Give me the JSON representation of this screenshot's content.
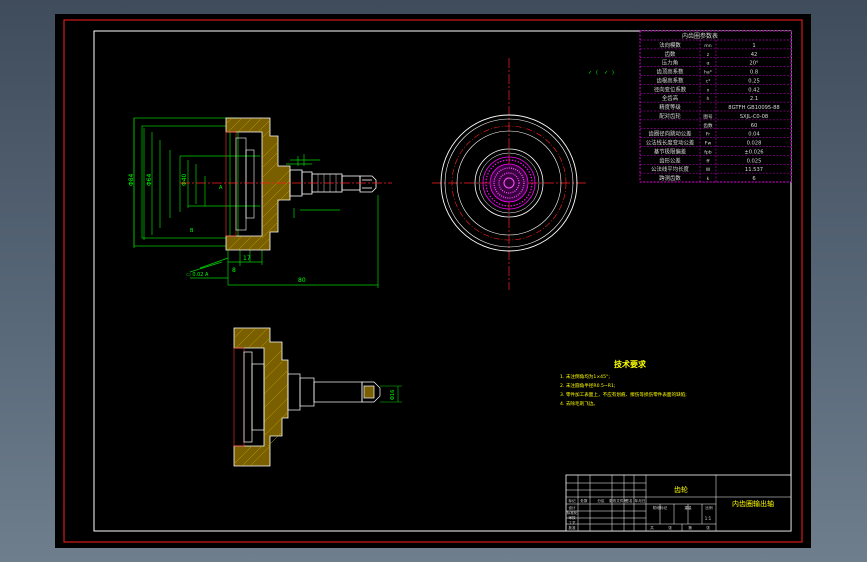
{
  "drawing": {
    "title_block": {
      "part_name": "齿轮",
      "drawing_name": "内齿圈输出轴",
      "scale": "1:1",
      "row_labels": [
        "标记",
        "处数",
        "分区",
        "更改文件号",
        "签名",
        "年月日"
      ],
      "signoff_labels": [
        "设计",
        "标准化",
        "审核",
        "工艺",
        "批准"
      ],
      "attr_labels": [
        "阶段标记",
        "重量",
        "比例"
      ],
      "sheet_labels": [
        "共",
        "张",
        "第",
        "张"
      ]
    },
    "gear_parameters": {
      "heading": "内齿圈参数表",
      "rows": [
        {
          "name": "法向模数",
          "symbol": "mn",
          "value": "1"
        },
        {
          "name": "齿数",
          "symbol": "z",
          "value": "42"
        },
        {
          "name": "压力角",
          "symbol": "α",
          "value": "20°"
        },
        {
          "name": "齿顶高系数",
          "symbol": "ha*",
          "value": "0.8"
        },
        {
          "name": "齿根高系数",
          "symbol": "c*",
          "value": "0.25"
        },
        {
          "name": "径向变位系数",
          "symbol": "x",
          "value": "0.42"
        },
        {
          "name": "全齿高",
          "symbol": "h",
          "value": "2.1"
        },
        {
          "name": "精度等级",
          "symbol": "",
          "value": "8GTFH GB10095-88"
        },
        {
          "name": "配对齿轮",
          "symbol": "图号",
          "value": "SXJL-C0-08"
        },
        {
          "name": "",
          "symbol": "齿数",
          "value": "60"
        },
        {
          "name": "齿圈径向跳动公差",
          "symbol": "Fr",
          "value": "0.04"
        },
        {
          "name": "公法线长度变动公差",
          "symbol": "Fw",
          "value": "0.028"
        },
        {
          "name": "基节极限偏差",
          "symbol": "fpb",
          "value": "±0.026"
        },
        {
          "name": "齿形公差",
          "symbol": "ff",
          "value": "0.025"
        },
        {
          "name": "公法线平均长度",
          "symbol": "W",
          "value": "11.537"
        },
        {
          "name": "跨测齿数",
          "symbol": "k",
          "value": "6"
        }
      ]
    },
    "technical_requirements": {
      "heading": "技术要求",
      "items": [
        "1. 未注倒角均为1×45°;",
        "2. 未注圆角半径R0.5~R1;",
        "3. 零件加工表面上，不应有划痕、擦伤等损伤零件表面的缺陷;",
        "4. 去除毛刺飞边。"
      ]
    },
    "dimensions": {
      "overall_length": "80",
      "d1": "Φ84",
      "d2": "Φ64",
      "d3": "Φ40",
      "len_17": "17",
      "len_8": "8",
      "d_end": "Φ16"
    },
    "colors": {
      "background": "#000000",
      "frame": "#ff0000",
      "outline": "#ffffff",
      "dimension": "#00ff00",
      "centerline": "#ff0000",
      "hidden": "#ff00ff",
      "hatch": "#8a6e00",
      "table_border": "#ff00ff"
    }
  }
}
